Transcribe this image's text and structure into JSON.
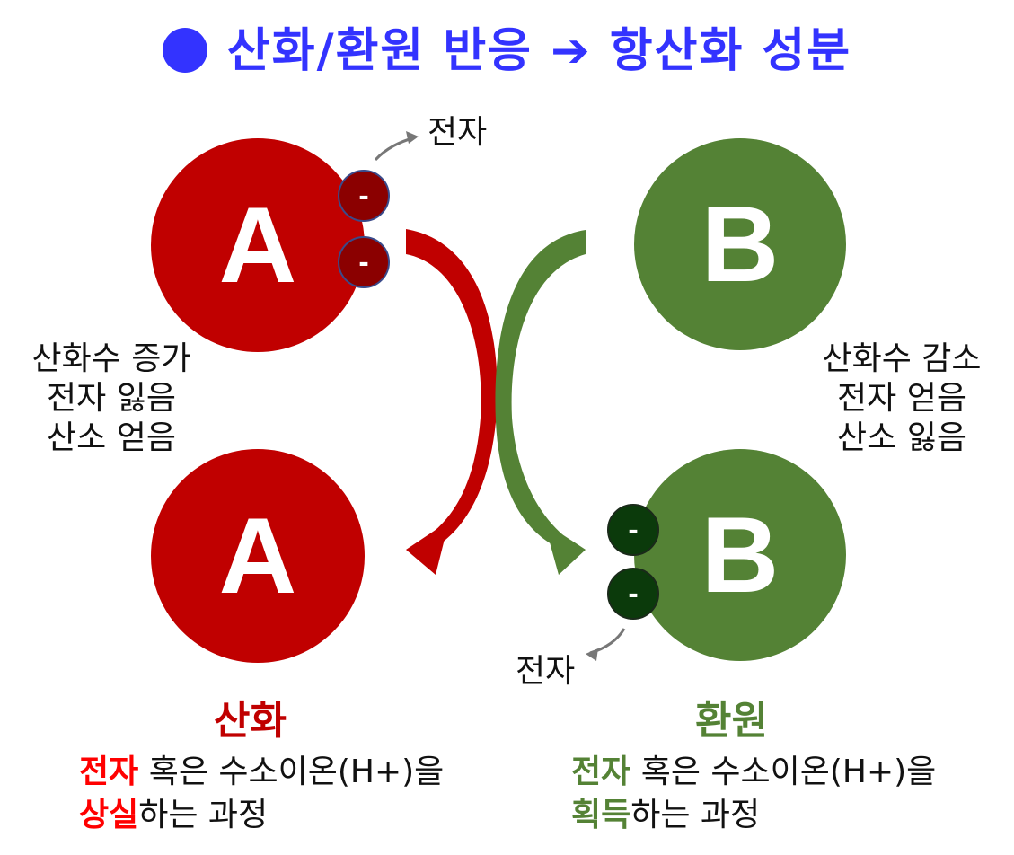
{
  "title": "산화/환원 반응 ➔ 항산화 성분",
  "colors": {
    "title": "#3333ff",
    "oxidation": "#c00000",
    "reduction": "#548235",
    "highlight_red": "#ff0000"
  },
  "molecule_a": {
    "top_label": "A",
    "bottom_label": "A"
  },
  "molecule_b": {
    "top_label": "B",
    "bottom_label": "B"
  },
  "electron_symbol": "-",
  "electron_label_top": "전자",
  "electron_label_bottom": "전자",
  "left_notes": [
    "산화수 증가",
    "전자 잃음",
    "산소 얻음"
  ],
  "right_notes": [
    "산화수 감소",
    "전자 얻음",
    "산소 잃음"
  ],
  "oxidation": {
    "title": "산화",
    "keyword1": "전자",
    "text1": " 혹은 수소이온(H+)을",
    "keyword2": "상실",
    "text2": "하는 과정"
  },
  "reduction": {
    "title": "환원",
    "keyword1": "전자",
    "text1": " 혹은 수소이온(H+)을",
    "keyword2": "획득",
    "text2": "하는 과정"
  }
}
